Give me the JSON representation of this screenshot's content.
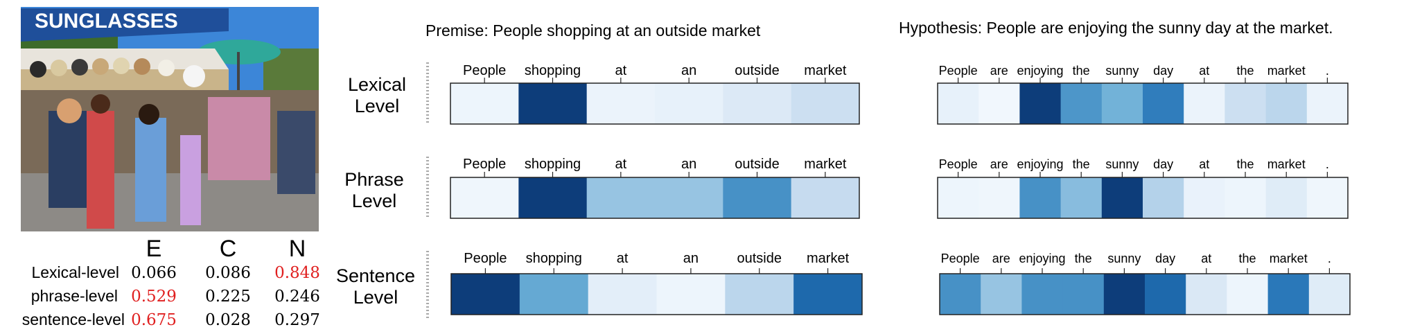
{
  "premise": {
    "caption": "Premise: People shopping at an outside market",
    "tokens": [
      "People",
      "shopping",
      "at",
      "an",
      "outside",
      "market"
    ]
  },
  "hypothesis": {
    "caption": "Hypothesis: People are enjoying the sunny day at the market.",
    "tokens": [
      "People",
      "are",
      "enjoying",
      "the",
      "sunny",
      "day",
      "at",
      "the",
      "market",
      "."
    ]
  },
  "levels": [
    {
      "label_line1": "Lexical",
      "label_line2": "Level"
    },
    {
      "label_line1": "Phrase",
      "label_line2": "Level"
    },
    {
      "label_line1": "Sentence",
      "label_line2": "Level"
    }
  ],
  "chart_data": [
    {
      "type": "heatmap",
      "title": "Premise: People shopping at an outside market",
      "columns": [
        "People",
        "shopping",
        "at",
        "an",
        "outside",
        "market"
      ],
      "rows": [
        "Lexical Level",
        "Phrase Level",
        "Sentence Level"
      ],
      "values": [
        [
          0.05,
          0.95,
          0.06,
          0.08,
          0.14,
          0.22
        ],
        [
          0.04,
          0.95,
          0.38,
          0.38,
          0.62,
          0.25
        ],
        [
          0.95,
          0.52,
          0.1,
          0.05,
          0.28,
          0.78
        ]
      ]
    },
    {
      "type": "heatmap",
      "title": "Hypothesis: People are enjoying the sunny day at the market.",
      "columns": [
        "People",
        "are",
        "enjoying",
        "the",
        "sunny",
        "day",
        "at",
        "the",
        "market",
        "."
      ],
      "rows": [
        "Lexical Level",
        "Phrase Level",
        "Sentence Level"
      ],
      "values": [
        [
          0.08,
          0.03,
          0.95,
          0.6,
          0.48,
          0.7,
          0.06,
          0.22,
          0.28,
          0.06
        ],
        [
          0.05,
          0.04,
          0.62,
          0.42,
          0.95,
          0.3,
          0.07,
          0.05,
          0.12,
          0.04
        ],
        [
          0.62,
          0.38,
          0.62,
          0.62,
          0.95,
          0.78,
          0.15,
          0.05,
          0.72,
          0.12
        ]
      ]
    }
  ],
  "scores": {
    "headers": [
      "E",
      "C",
      "N"
    ],
    "rows": [
      {
        "label": "Lexical-level",
        "values": [
          "0.066",
          "0.086",
          "0.848"
        ],
        "highlight": [
          false,
          false,
          true
        ]
      },
      {
        "label": "phrase-level",
        "values": [
          "0.529",
          "0.225",
          "0.246"
        ],
        "highlight": [
          true,
          false,
          false
        ]
      },
      {
        "label": "sentence-level",
        "values": [
          "0.675",
          "0.028",
          "0.297"
        ],
        "highlight": [
          true,
          false,
          false
        ]
      }
    ],
    "highlight_color": "#e02020"
  },
  "photo": {
    "sign_text": "SUNGLASSES"
  },
  "colors": {
    "heat_low": "#f7fbff",
    "heat_high": "#08306b",
    "separator": "#aaaaaa"
  }
}
